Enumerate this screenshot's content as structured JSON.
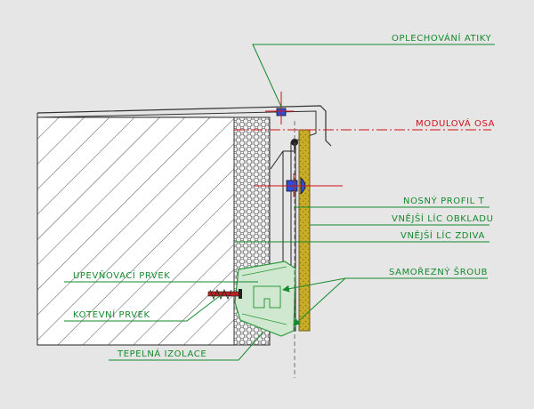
{
  "labels": {
    "oplechovani_atiky": "OPLECHOVÁNÍ ATIKY",
    "modulova_osa": "MODULOVÁ OSA",
    "nosny_profil": "NOSNÝ PROFIL T",
    "vnejsi_lic_obkladu": "VNĚJŠÍ LÍC OBKLADU",
    "vnejsi_lic_zdiva": "VNĚJŠÍ LÍC ZDIVA",
    "samorezny_sroub": "SAMOŘEZNÝ ŠROUB",
    "upevnovaci_prvek": "UPEVŇOVACÍ PRVEK",
    "kotevni_prvek": "KOTEVNÍ PRVEK",
    "tepelna_izolace": "TEPELNÁ IZOLACE"
  },
  "colors": {
    "background": "#e6e6e6",
    "leader_green": "#138a2c",
    "axis_red": "#d01018",
    "cladding_yellow": "#c9ad28",
    "masonry_hatch": "#555555",
    "bracket_green": "#2c9a3c",
    "fastener_blue": "#2b4fd8"
  }
}
